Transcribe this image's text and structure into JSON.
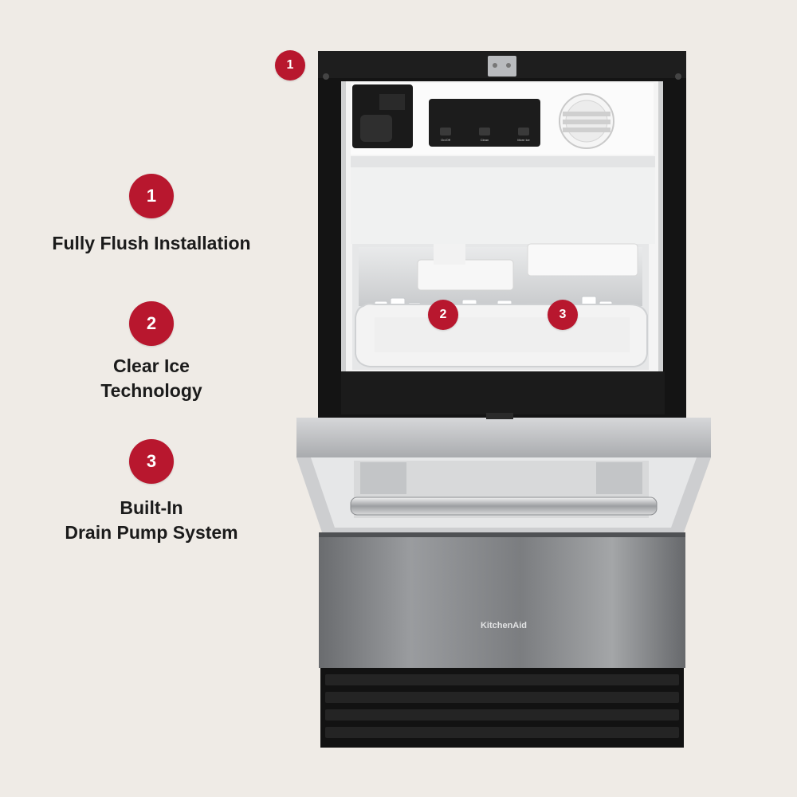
{
  "features": [
    {
      "number": "1",
      "label_lines": [
        "Fully Flush Installation"
      ]
    },
    {
      "number": "2",
      "label_lines": [
        "Clear Ice",
        "Technology"
      ]
    },
    {
      "number": "3",
      "label_lines": [
        "Built-In",
        "Drain Pump System"
      ]
    }
  ],
  "callouts": [
    "1",
    "2",
    "3"
  ],
  "control_panel": {
    "btn1": "On/Off",
    "btn2": "Clean",
    "btn3": "More Ice"
  },
  "brand": "KitchenAid",
  "colors": {
    "badge": "#b8172e",
    "background": "#efebe6"
  }
}
